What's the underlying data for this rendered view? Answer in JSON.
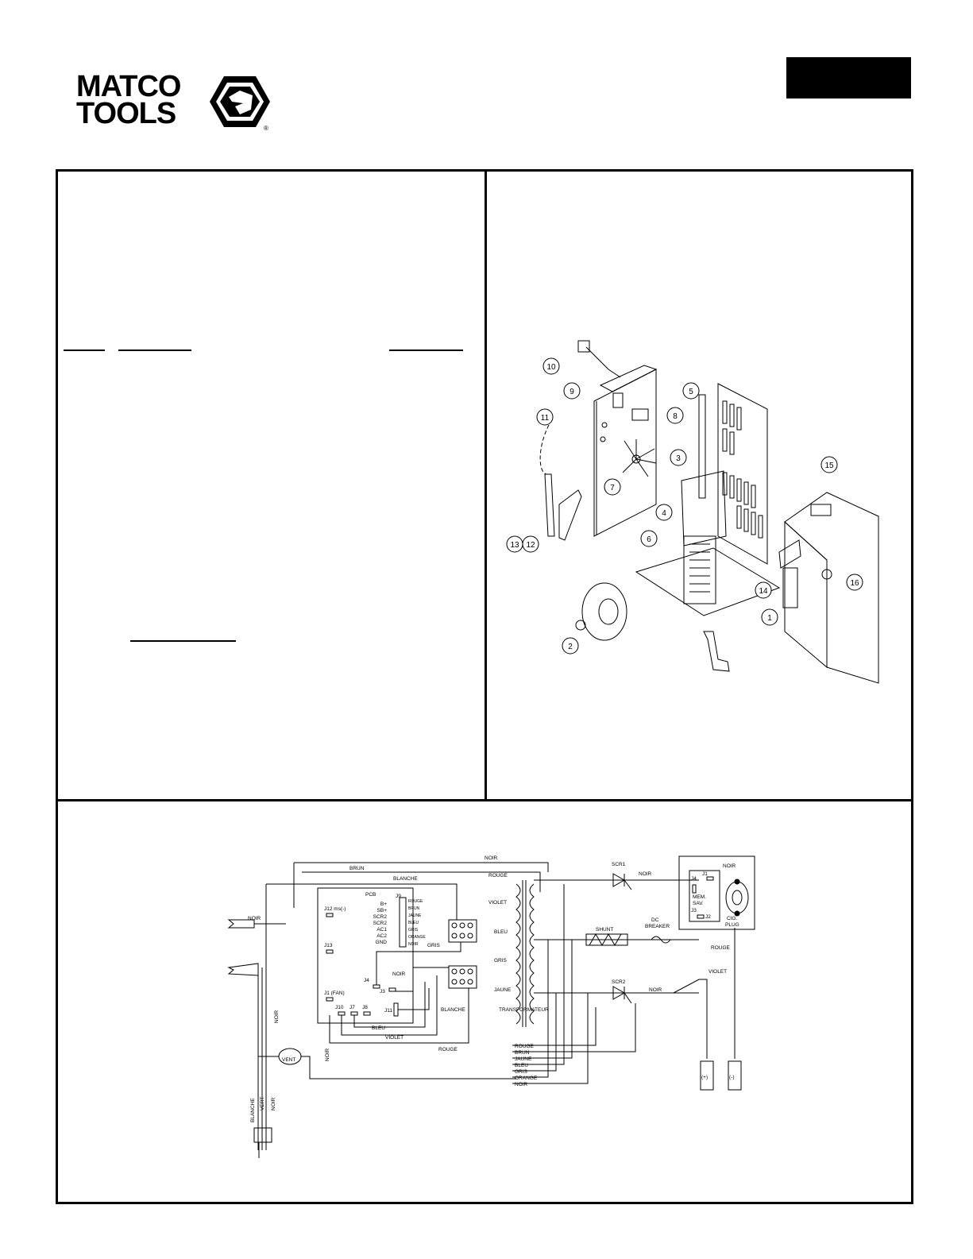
{
  "brand": {
    "line1": "MATCO",
    "line2": "TOOLS",
    "registered": "®"
  },
  "callouts": [
    "1",
    "2",
    "3",
    "4",
    "5",
    "6",
    "7",
    "8",
    "9",
    "10",
    "11",
    "12",
    "13",
    "14",
    "15",
    "16"
  ],
  "wiring": {
    "noir": "NOIR",
    "brun": "BRUN",
    "blanche": "BLANCHE",
    "rouge": "ROUGE",
    "violet": "VIOLET",
    "bleu": "BLEU",
    "gris": "GRIS",
    "jaune": "JAUNE",
    "orange": "ORANGE",
    "vert": "VERT",
    "pcb": "PCB",
    "j9": "J9",
    "j12": "J12 ms(-)",
    "j13": "J13",
    "j1": "J1 (FAN)",
    "j4": "J4",
    "j3": "J3",
    "j11": "J11",
    "j10": "J10",
    "j7": "J7",
    "j8": "J8",
    "pins": [
      "B+",
      "SB+",
      "SCR2",
      "SCR2",
      "AC1",
      "AC2",
      "GND"
    ],
    "pin_colors": [
      "ROUGE",
      "BRUN",
      "JAUNE",
      "BLEU",
      "GRIS",
      "ORANGE",
      "NOIR"
    ],
    "scr1": "SCR1",
    "scr2": "SCR2",
    "shunt": "SHUNT",
    "dc_breaker_1": "DC",
    "dc_breaker_2": "BREAKER",
    "transformer": "TRANSFORMATEUR",
    "mem_sav_1": "MEM.",
    "mem_sav_2": "SAV.",
    "mem_j1": "J1",
    "mem_j2": "J2",
    "mem_j3": "J3",
    "mem_j4": "J4",
    "cig_1": "CIG.",
    "cig_2": "PLUG",
    "fan": "VENT",
    "pos": "(+)",
    "neg": "(-)",
    "harness": [
      "ROUGE",
      "BRUN",
      "JAUNE",
      "BLEU",
      "GRIS",
      "ORANGE",
      "NOIR"
    ]
  }
}
